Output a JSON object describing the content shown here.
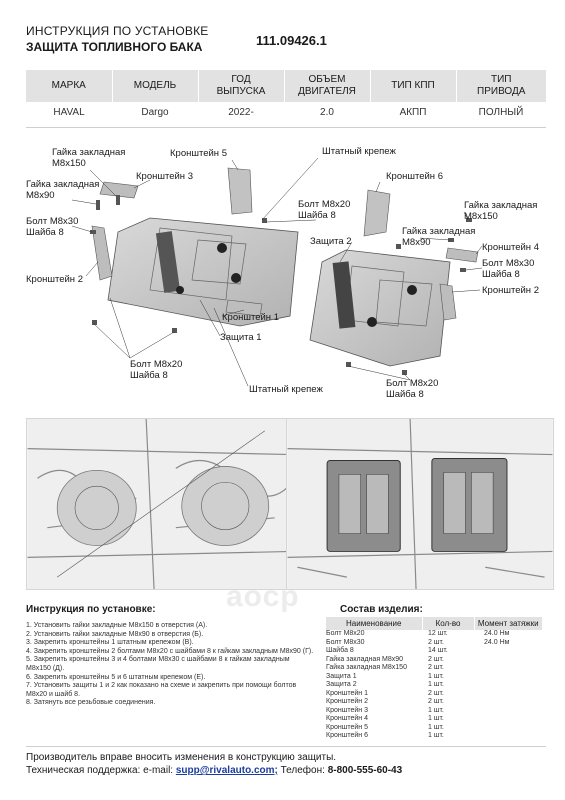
{
  "header": {
    "title_line1": "ИНСТРУКЦИЯ ПО УСТАНОВКЕ",
    "title_line2": "ЗАЩИТА ТОПЛИВНОГО БАКА",
    "part_number": "111.09426.1"
  },
  "spec_table": {
    "headers": [
      "МАРКА",
      "МОДЕЛЬ",
      "ГОД\nВЫПУСКА",
      "ОБЪЕМ\nДВИГАТЕЛЯ",
      "ТИП КПП",
      "ТИП\nПРИВОДА"
    ],
    "row": [
      "HAVAL",
      "Dargo",
      "2022-",
      "2.0",
      "АКПП",
      "ПОЛНЫЙ"
    ]
  },
  "diagram_labels": {
    "nut_m8x150_l": "Гайка закладная\nМ8х150",
    "nut_m8x90_l": "Гайка закладная\nМ8х90",
    "bolt_m8x30_l": "Болт М8х30\nШайба 8",
    "bracket2_l": "Кронштейн 2",
    "bracket3": "Кронштейн 3",
    "bracket5": "Кронштейн 5",
    "std_mount_top": "Штатный крепеж",
    "bracket6": "Кронштейн 6",
    "bolt_m8x20_top": "Болт М8х20\nШайба 8",
    "protect2": "Защита 2",
    "nut_m8x150_r": "Гайка закладная\nМ8х150",
    "nut_m8x90_r": "Гайка закладная\nМ8х90",
    "bracket4": "Кронштейн 4",
    "bolt_m8x30_r": "Болт М8х30\nШайба 8",
    "bracket2_r": "Кронштейн 2",
    "bracket1": "Кронштейн 1",
    "protect1": "Защита 1",
    "bolt_m8x20_bl": "Болт М8х20\nШайба 8",
    "std_mount_bottom": "Штатный крепеж",
    "bolt_m8x20_br": "Болт М8х20\nШайба 8"
  },
  "watermark": "аоср",
  "instructions": {
    "title": "Инструкция по установке:",
    "steps": [
      "1. Установить гайки закладные М8х150 в отверстия (А).",
      "2. Установить гайки закладные М8х90 в отверстия (Б).",
      "3. Закрепить кронштейны 1 штатным крепежом (В).",
      "4. Закрепить кронштейны 2 болтами М8х20 с шайбами 8 к гайкам закладным М8х90 (Г).",
      "5. Закрепить кронштейны 3 и 4 болтами М8х30 с шайбами 8 к гайкам закладным М8х150 (Д).",
      "6. Закрепить кронштейны 5 и 6 штатным крепежом (Е).",
      "7. Установить защиты 1 и 2 как показано на схеме и закрепить при помощи болтов М8х20 и шайб 8.",
      "8. Затянуть все резьбовые соединения."
    ]
  },
  "components": {
    "title": "Состав изделия:",
    "headers": [
      "Наименование",
      "Кол-во",
      "Момент затяжки"
    ],
    "rows": [
      {
        "name": "Болт М8х20",
        "qty": "12 шт.",
        "torque": "24.0 Нм"
      },
      {
        "name": "Болт М8х30",
        "qty": "2 шт.",
        "torque": "24.0 Нм"
      },
      {
        "name": "Шайба 8",
        "qty": "14 шт.",
        "torque": ""
      },
      {
        "name": "Гайка закладная М8х90",
        "qty": "2 шт.",
        "torque": ""
      },
      {
        "name": "Гайка закладная М8х150",
        "qty": "2 шт.",
        "torque": ""
      },
      {
        "name": "Защита 1",
        "qty": "1 шт.",
        "torque": ""
      },
      {
        "name": "Защита 2",
        "qty": "1 шт.",
        "torque": ""
      },
      {
        "name": "Кронштейн 1",
        "qty": "2 шт.",
        "torque": ""
      },
      {
        "name": "Кронштейн 2",
        "qty": "2 шт.",
        "torque": ""
      },
      {
        "name": "Кронштейн 3",
        "qty": "1 шт.",
        "torque": ""
      },
      {
        "name": "Кронштейн 4",
        "qty": "1 шт.",
        "torque": ""
      },
      {
        "name": "Кронштейн 5",
        "qty": "1 шт.",
        "torque": ""
      },
      {
        "name": "Кронштейн 6",
        "qty": "1 шт.",
        "torque": ""
      }
    ]
  },
  "footer": {
    "note": "Производитель вправе вносить изменения в конструкцию защиты.",
    "support_prefix": "Техническая поддержка:  e-mail: ",
    "email": "supp@rivalauto.com;",
    "phone_prefix": " Телефон: ",
    "phone": "8-800-555-60-43"
  },
  "colors": {
    "table_header_bg": "#e2e2e2",
    "plate_fill": "#c9c9c9",
    "highlight_fill": "#8c8c8c",
    "email_color": "#1a3c9e"
  }
}
